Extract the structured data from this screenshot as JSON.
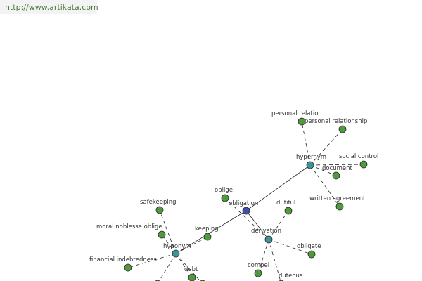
{
  "source_url": "http://www.artikata.com",
  "colors": {
    "center_node": "#3e4fa6",
    "group_node": "#3f9396",
    "leaf_node": "#4f9a3d",
    "edge": "#222222",
    "background": "#ffffff"
  },
  "graph": {
    "center": {
      "id": "obligation",
      "label": "obligation"
    },
    "groups": [
      {
        "id": "hypernym",
        "label": "hypernym"
      },
      {
        "id": "hyponym",
        "label": "hyponym"
      },
      {
        "id": "derivation",
        "label": "derivation"
      }
    ],
    "leaves": [
      {
        "id": "personal-relation",
        "label": "personal relation",
        "group": "hypernym"
      },
      {
        "id": "personal-relationship",
        "label": "personal relationship",
        "group": "hypernym"
      },
      {
        "id": "social-control",
        "label": "social control",
        "group": "hypernym"
      },
      {
        "id": "document",
        "label": "document",
        "group": "hypernym"
      },
      {
        "id": "written-agreement",
        "label": "written agreement",
        "group": "hypernym"
      },
      {
        "id": "safekeeping",
        "label": "safekeeping",
        "group": "hyponym"
      },
      {
        "id": "moral-noblesse-oblige",
        "label": "moral noblesse oblige",
        "group": "hyponym"
      },
      {
        "id": "keeping",
        "label": "keeping",
        "group": "hyponym"
      },
      {
        "id": "financial-indebtedness",
        "label": "financial indebtedness",
        "group": "hyponym"
      },
      {
        "id": "debt",
        "label": "debt",
        "group": "hyponym"
      },
      {
        "id": "offscreen-a",
        "label": "",
        "group": "hyponym"
      },
      {
        "id": "offscreen-b",
        "label": "",
        "group": "hyponym"
      },
      {
        "id": "oblige",
        "label": "oblige",
        "group": "derivation"
      },
      {
        "id": "dutiful",
        "label": "dutiful",
        "group": "derivation"
      },
      {
        "id": "obligate",
        "label": "obligate",
        "group": "derivation"
      },
      {
        "id": "compel",
        "label": "compel",
        "group": "derivation"
      },
      {
        "id": "duteous",
        "label": "duteous",
        "group": "derivation"
      }
    ]
  }
}
